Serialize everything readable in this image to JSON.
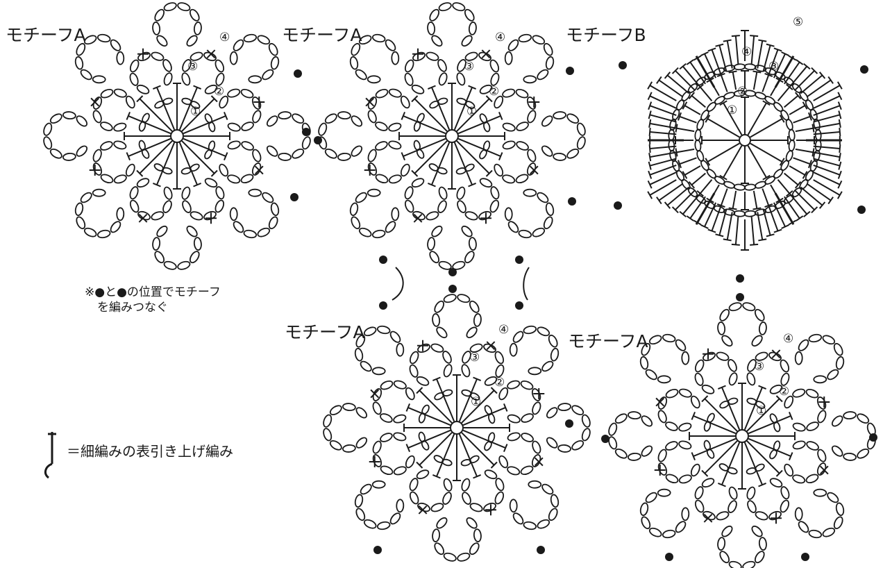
{
  "motifs": [
    {
      "title": "モチーフA",
      "rounds": [
        "①",
        "②",
        "③",
        "④"
      ]
    },
    {
      "title": "モチーフA",
      "rounds": [
        "①",
        "②",
        "③",
        "④"
      ]
    },
    {
      "title": "モチーフB",
      "rounds": [
        "①",
        "②",
        "③",
        "④",
        "⑤"
      ]
    },
    {
      "title": "モチーフA",
      "rounds": [
        "①",
        "②",
        "③",
        "④"
      ]
    },
    {
      "title": "モチーフA",
      "rounds": [
        "①",
        "②",
        "③",
        "④"
      ]
    }
  ],
  "note": {
    "line1": "※●と●の位置でモチーフ",
    "line2": "を編みつなぐ"
  },
  "legend": {
    "symbol_icon": "front-post-single-crochet-symbol",
    "text": "＝細編みの表引き上げ編み"
  },
  "colors": {
    "ink": "#1a1a1a",
    "background": "#ffffff"
  }
}
